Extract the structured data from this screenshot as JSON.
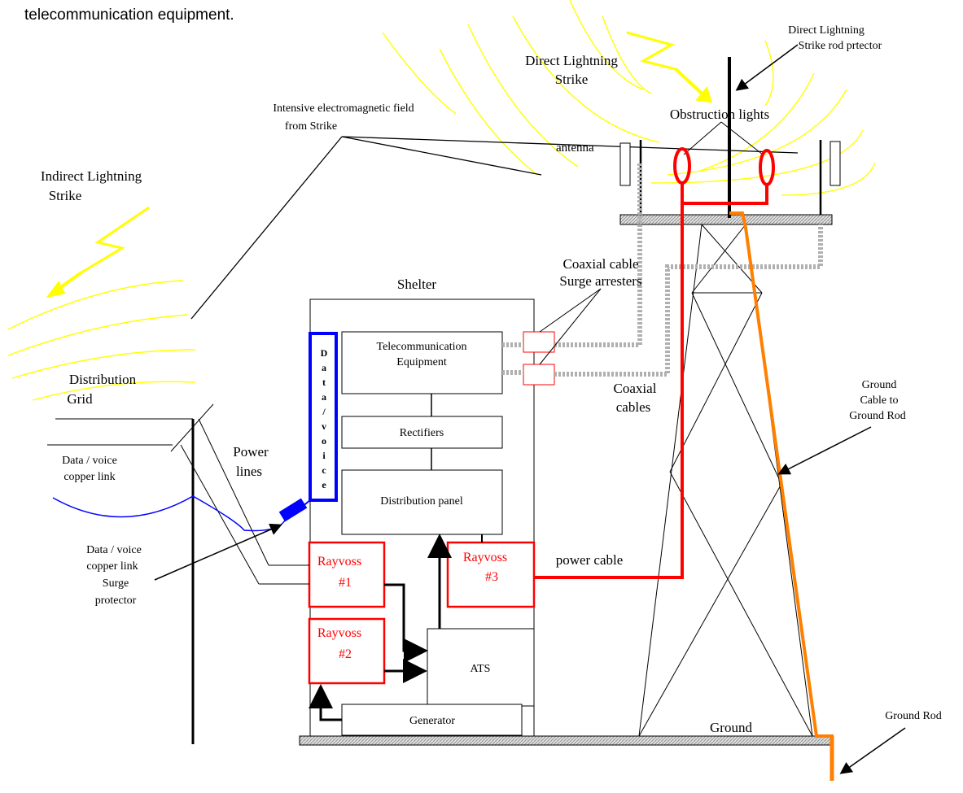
{
  "heading": "telecommunication equipment.",
  "labels": {
    "direct_strike_rod_1": "Direct Lightning",
    "direct_strike_rod_2": "Strike rod prtector",
    "direct_strike_1": "Direct Lightning",
    "direct_strike_2": "Strike",
    "obstruction_lights": "Obstruction lights",
    "em_field_1": "Intensive electromagnetic field",
    "em_field_2": "from Strike",
    "antenna": "antenna",
    "indirect_strike_1": "Indirect Lightning",
    "indirect_strike_2": "Strike",
    "coax_arresters_1": "Coaxial cable",
    "coax_arresters_2": "Surge arresters",
    "shelter": "Shelter",
    "distribution_grid_1": "Distribution",
    "distribution_grid_2": "Grid",
    "coaxial_cables_1": "Coaxial",
    "coaxial_cables_2": "cables",
    "ground_cable_1": "Ground",
    "ground_cable_2": "Cable  to",
    "ground_cable_3": "Ground Rod",
    "data_voice_link_1": "Data / voice",
    "data_voice_link_2": "copper link",
    "power_lines_1": "Power",
    "power_lines_2": "lines",
    "surge_protector_1": "Data / voice",
    "surge_protector_2": "copper link",
    "surge_protector_3": "Surge",
    "surge_protector_4": "protector",
    "power_cable": "power cable",
    "ground": "Ground",
    "ground_rod": "Ground Rod"
  },
  "boxes": {
    "telecom_1": "Telecommunication",
    "telecom_2": "Equipment",
    "rectifiers": "Rectifiers",
    "distribution_panel": "Distribution panel",
    "ats": "ATS",
    "generator": "Generator",
    "rayvoss1_1": "Rayvoss",
    "rayvoss1_2": "#1",
    "rayvoss2_1": "Rayvoss",
    "rayvoss2_2": "#2",
    "rayvoss3_1": "Rayvoss",
    "rayvoss3_2": "#3"
  },
  "data_voice_letters": [
    "D",
    "a",
    "t",
    "a",
    "/",
    "v",
    "o",
    "i",
    "c",
    "e"
  ],
  "colors": {
    "lightning": "#ffff00",
    "field_lines": "#ffff00",
    "rayvoss": "#ff0000",
    "data_voice": "#0000ff",
    "ground_cable": "#ff8000",
    "coax": "#b0b0b0"
  }
}
